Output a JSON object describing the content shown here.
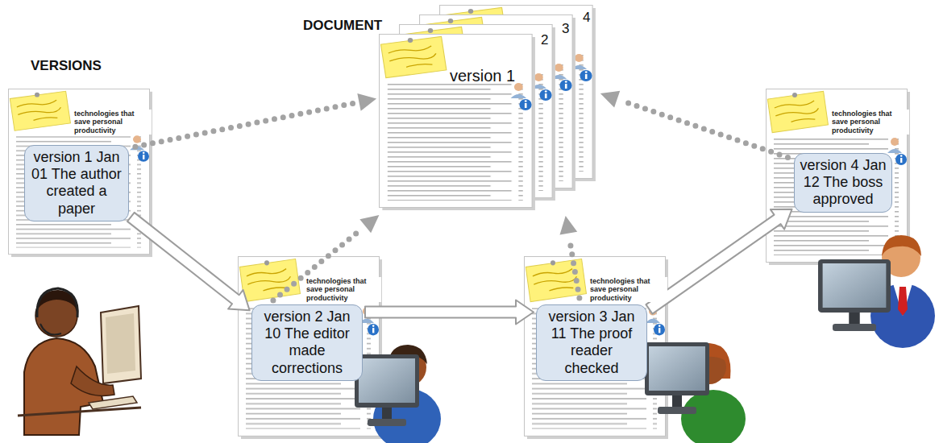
{
  "diagram": {
    "nodes": [
      {
        "text": [
          "version 1 Jan 01 The author created a paper"
        ]
      },
      {
        "text": [
          "version 2 Jan 10 The editor made corrections"
        ]
      },
      {
        "text": [
          "version 3 Jan 11 The proof reader checked"
        ]
      },
      {
        "text": [
          "version 4 Jan 12 The boss approved"
        ]
      },
      {
        "text": [
          "version 1"
        ]
      }
    ],
    "edges": [
      {
        "from": 0,
        "to": 1,
        "arrow": "to"
      },
      {
        "from": 1,
        "to": 2,
        "arrow": "to"
      },
      {
        "from": 2,
        "to": 3,
        "arrow": "to"
      },
      {
        "from": 0,
        "to": 4,
        "arrow": "to"
      },
      {
        "from": 1,
        "to": 4,
        "arrow": "to"
      },
      {
        "from": 2,
        "to": 4,
        "arrow": "to"
      },
      {
        "from": 3,
        "to": 4,
        "arrow": "to"
      }
    ],
    "labels": [
      "VERSIONS",
      "DOCUMENT",
      "2",
      "3",
      "4",
      "technologies that save personal productivity",
      "technologies that save personal productivity",
      "technologies that save personal productivity",
      "technologies that save personal productivity"
    ]
  }
}
